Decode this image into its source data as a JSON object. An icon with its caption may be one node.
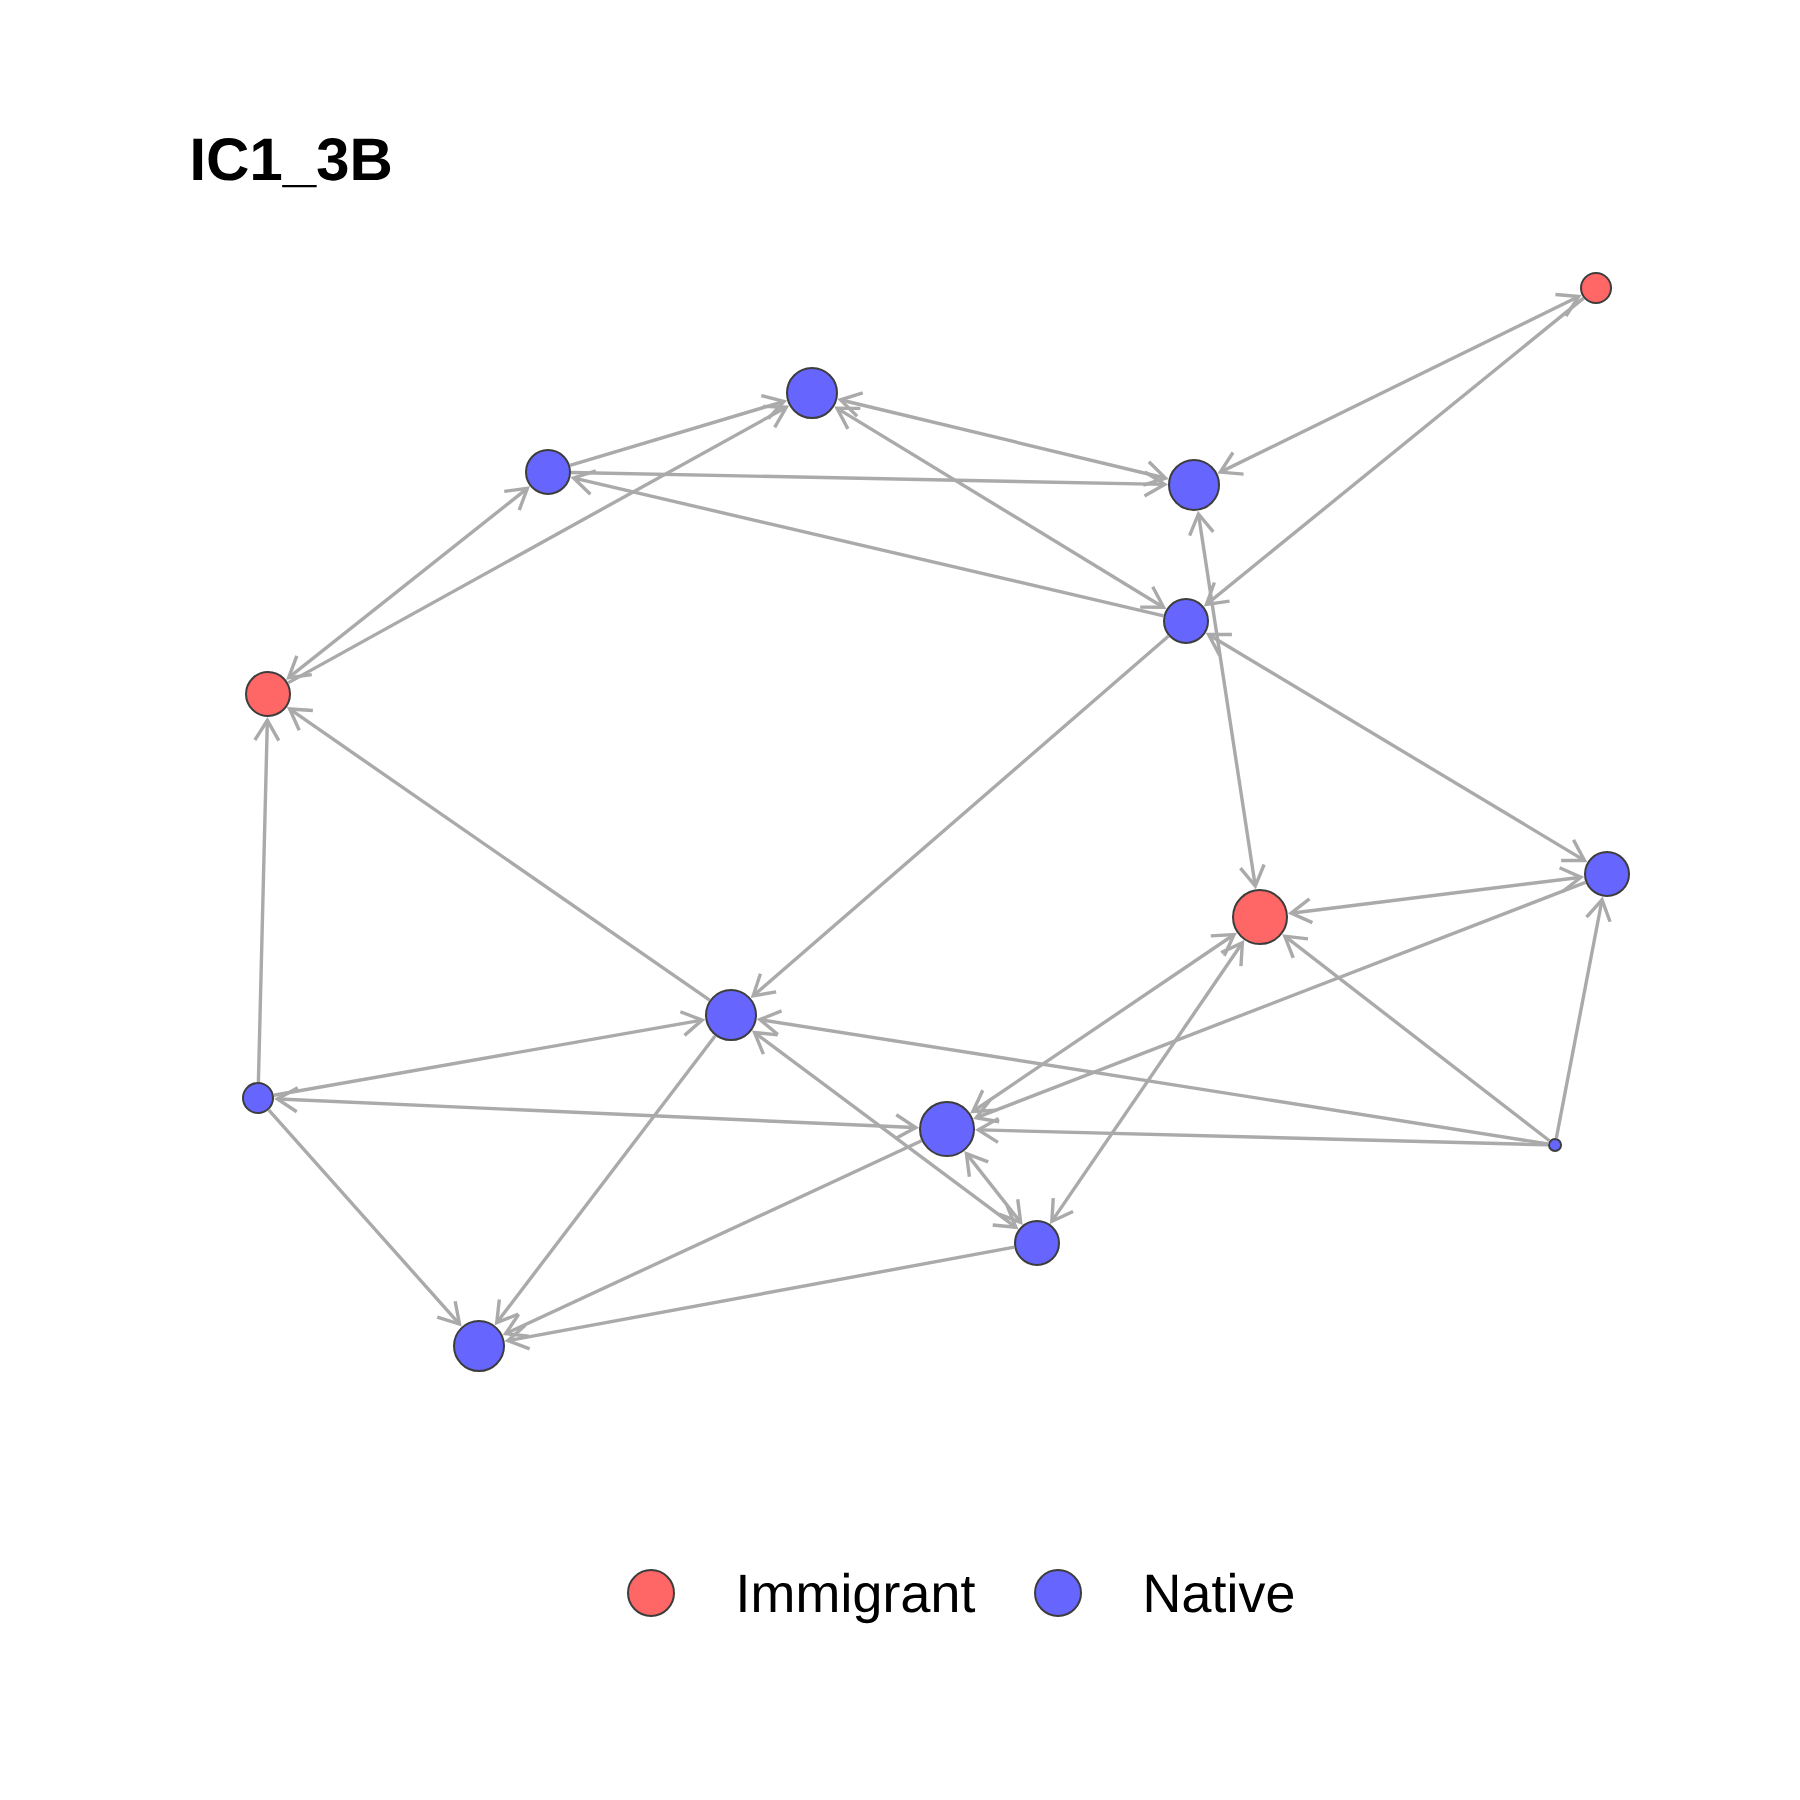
{
  "diagram": {
    "title": "IC1_3B",
    "nodes": [
      {
        "text": [],
        "shape": "circle"
      },
      {
        "text": [],
        "shape": "circle"
      },
      {
        "text": [],
        "shape": "circle"
      },
      {
        "text": [],
        "shape": "circle"
      },
      {
        "text": [],
        "shape": "circle"
      },
      {
        "text": [],
        "shape": "circle"
      },
      {
        "text": [],
        "shape": "circle"
      },
      {
        "text": [],
        "shape": "circle"
      },
      {
        "text": [],
        "shape": "circle"
      },
      {
        "text": [],
        "shape": "circle"
      },
      {
        "text": [],
        "shape": "circle"
      },
      {
        "text": [],
        "shape": "circle"
      },
      {
        "text": [],
        "shape": "circle"
      },
      {
        "text": [],
        "shape": "circle"
      }
    ],
    "edges": [
      {
        "from": 0,
        "to": 3,
        "arrow": "both"
      },
      {
        "from": 0,
        "to": 4,
        "arrow": "to"
      },
      {
        "from": 1,
        "to": 3,
        "arrow": "both"
      },
      {
        "from": 1,
        "to": 4,
        "arrow": "both"
      },
      {
        "from": 2,
        "to": 1,
        "arrow": "to"
      },
      {
        "from": 2,
        "to": 3,
        "arrow": "to"
      },
      {
        "from": 2,
        "to": 5,
        "arrow": "both"
      },
      {
        "from": 3,
        "to": 7,
        "arrow": "both"
      },
      {
        "from": 4,
        "to": 2,
        "arrow": "to"
      },
      {
        "from": 4,
        "to": 6,
        "arrow": "both"
      },
      {
        "from": 4,
        "to": 8,
        "arrow": "to"
      },
      {
        "from": 5,
        "to": 1,
        "arrow": "to"
      },
      {
        "from": 6,
        "to": 7,
        "arrow": "both"
      },
      {
        "from": 6,
        "to": 10,
        "arrow": "to"
      },
      {
        "from": 7,
        "to": 10,
        "arrow": "both"
      },
      {
        "from": 7,
        "to": 12,
        "arrow": "both"
      },
      {
        "from": 8,
        "to": 5,
        "arrow": "to"
      },
      {
        "from": 8,
        "to": 12,
        "arrow": "both"
      },
      {
        "from": 8,
        "to": 13,
        "arrow": "to"
      },
      {
        "from": 9,
        "to": 5,
        "arrow": "to"
      },
      {
        "from": 9,
        "to": 8,
        "arrow": "to"
      },
      {
        "from": 9,
        "to": 10,
        "arrow": "both"
      },
      {
        "from": 9,
        "to": 13,
        "arrow": "to"
      },
      {
        "from": 10,
        "to": 12,
        "arrow": "both"
      },
      {
        "from": 10,
        "to": 13,
        "arrow": "to"
      },
      {
        "from": 11,
        "to": 8,
        "arrow": "to"
      },
      {
        "from": 11,
        "to": 10,
        "arrow": "to"
      },
      {
        "from": 11,
        "to": 7,
        "arrow": "to"
      },
      {
        "from": 11,
        "to": 6,
        "arrow": "to"
      },
      {
        "from": 12,
        "to": 13,
        "arrow": "to"
      }
    ],
    "legend": [
      {
        "text": "Immigrant",
        "color": "#ff6666"
      },
      {
        "text": "Native",
        "color": "#6666ff"
      }
    ]
  }
}
